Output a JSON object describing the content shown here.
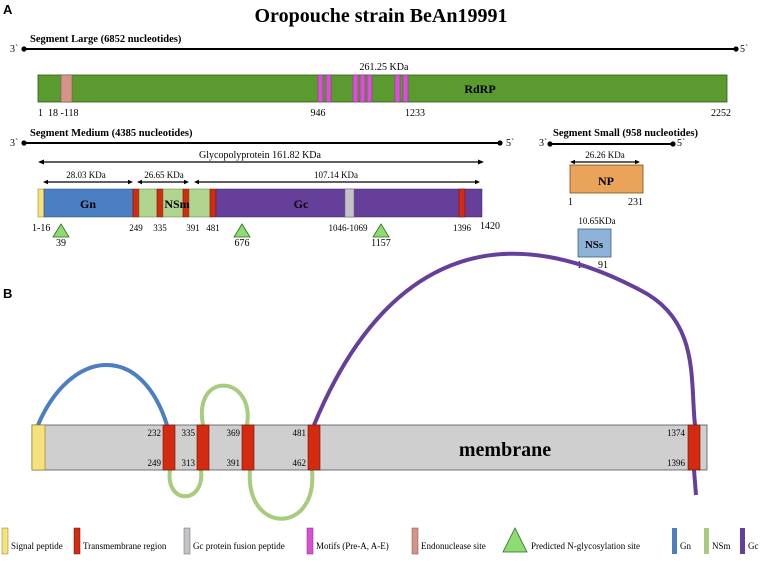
{
  "title": "Oropouche strain BeAn19991",
  "panel_a": {
    "label": "A",
    "large": {
      "end3": "3`",
      "end5": "5`",
      "name": "Segment Large  (6852 nucleotides)",
      "kda": "261.25 KDa",
      "protein": "RdRP",
      "pos_start": "1",
      "pos_endo": "18 -118",
      "pos_946": "946",
      "pos_1233": "1233",
      "pos_end": "2252"
    },
    "medium": {
      "end3": "3`",
      "end5": "5`",
      "name": "Segment Medium (4385 nucleotides)",
      "gpp": "Glycopolyprotein 161.82 KDa",
      "kda_gn": "28.03 KDa",
      "kda_nsm": "26.65 KDa",
      "kda_gc": "107.14 KDa",
      "gn": "Gn",
      "nsm": "NSm",
      "gc": "Gc",
      "pos_1_16": "1-16",
      "pos_249": "249",
      "pos_335": "335",
      "pos_391": "391",
      "pos_481": "481",
      "pos_1046": "1046-1069",
      "pos_1396": "1396",
      "pos_1420": "1420",
      "glyc_39": "39",
      "glyc_676": "676",
      "glyc_1157": "1157"
    },
    "small": {
      "end3": "3`",
      "end5": "5`",
      "name": "Segment Small (958 nucleotides)",
      "np_kda": "26.26 KDa",
      "np": "NP",
      "np_start": "1",
      "np_end": "231",
      "nss_kda": "10.65KDa",
      "nss": "NSs",
      "nss_start": "1",
      "nss_end": "91"
    }
  },
  "panel_b": {
    "label": "B",
    "membrane": "membrane",
    "top": {
      "p232": "232",
      "p335": "335",
      "p369": "369",
      "p481": "481",
      "p1374": "1374"
    },
    "bottom": {
      "p249": "249",
      "p313": "313",
      "p391": "391",
      "p462": "462",
      "p1396": "1396"
    }
  },
  "legend": {
    "signal": "Signal peptide",
    "tm": "Transmembrane region",
    "fusion": "Gc protein fusion peptide",
    "motifs": "Motifs (Pre-A, A-E)",
    "endo": "Endonuclease site",
    "glyc": "Predicted N-glycosylation site",
    "gn": "Gn",
    "nsm": "NSm",
    "gc": "Gc"
  },
  "colors": {
    "rdrp": "#5a9a2f",
    "endonuclease": "#d4948a",
    "motif": "#d94fd6",
    "signal": "#f6e27a",
    "transmembrane": "#d42a10",
    "gn": "#4b7fc1",
    "nsm": "#b0d58e",
    "gc": "#663f9b",
    "fusion": "#c4c4c8",
    "np": "#eaa45a",
    "nss": "#8fb2d8",
    "glycosylation": "#8ddb73",
    "membrane": "#cfcfcf"
  }
}
